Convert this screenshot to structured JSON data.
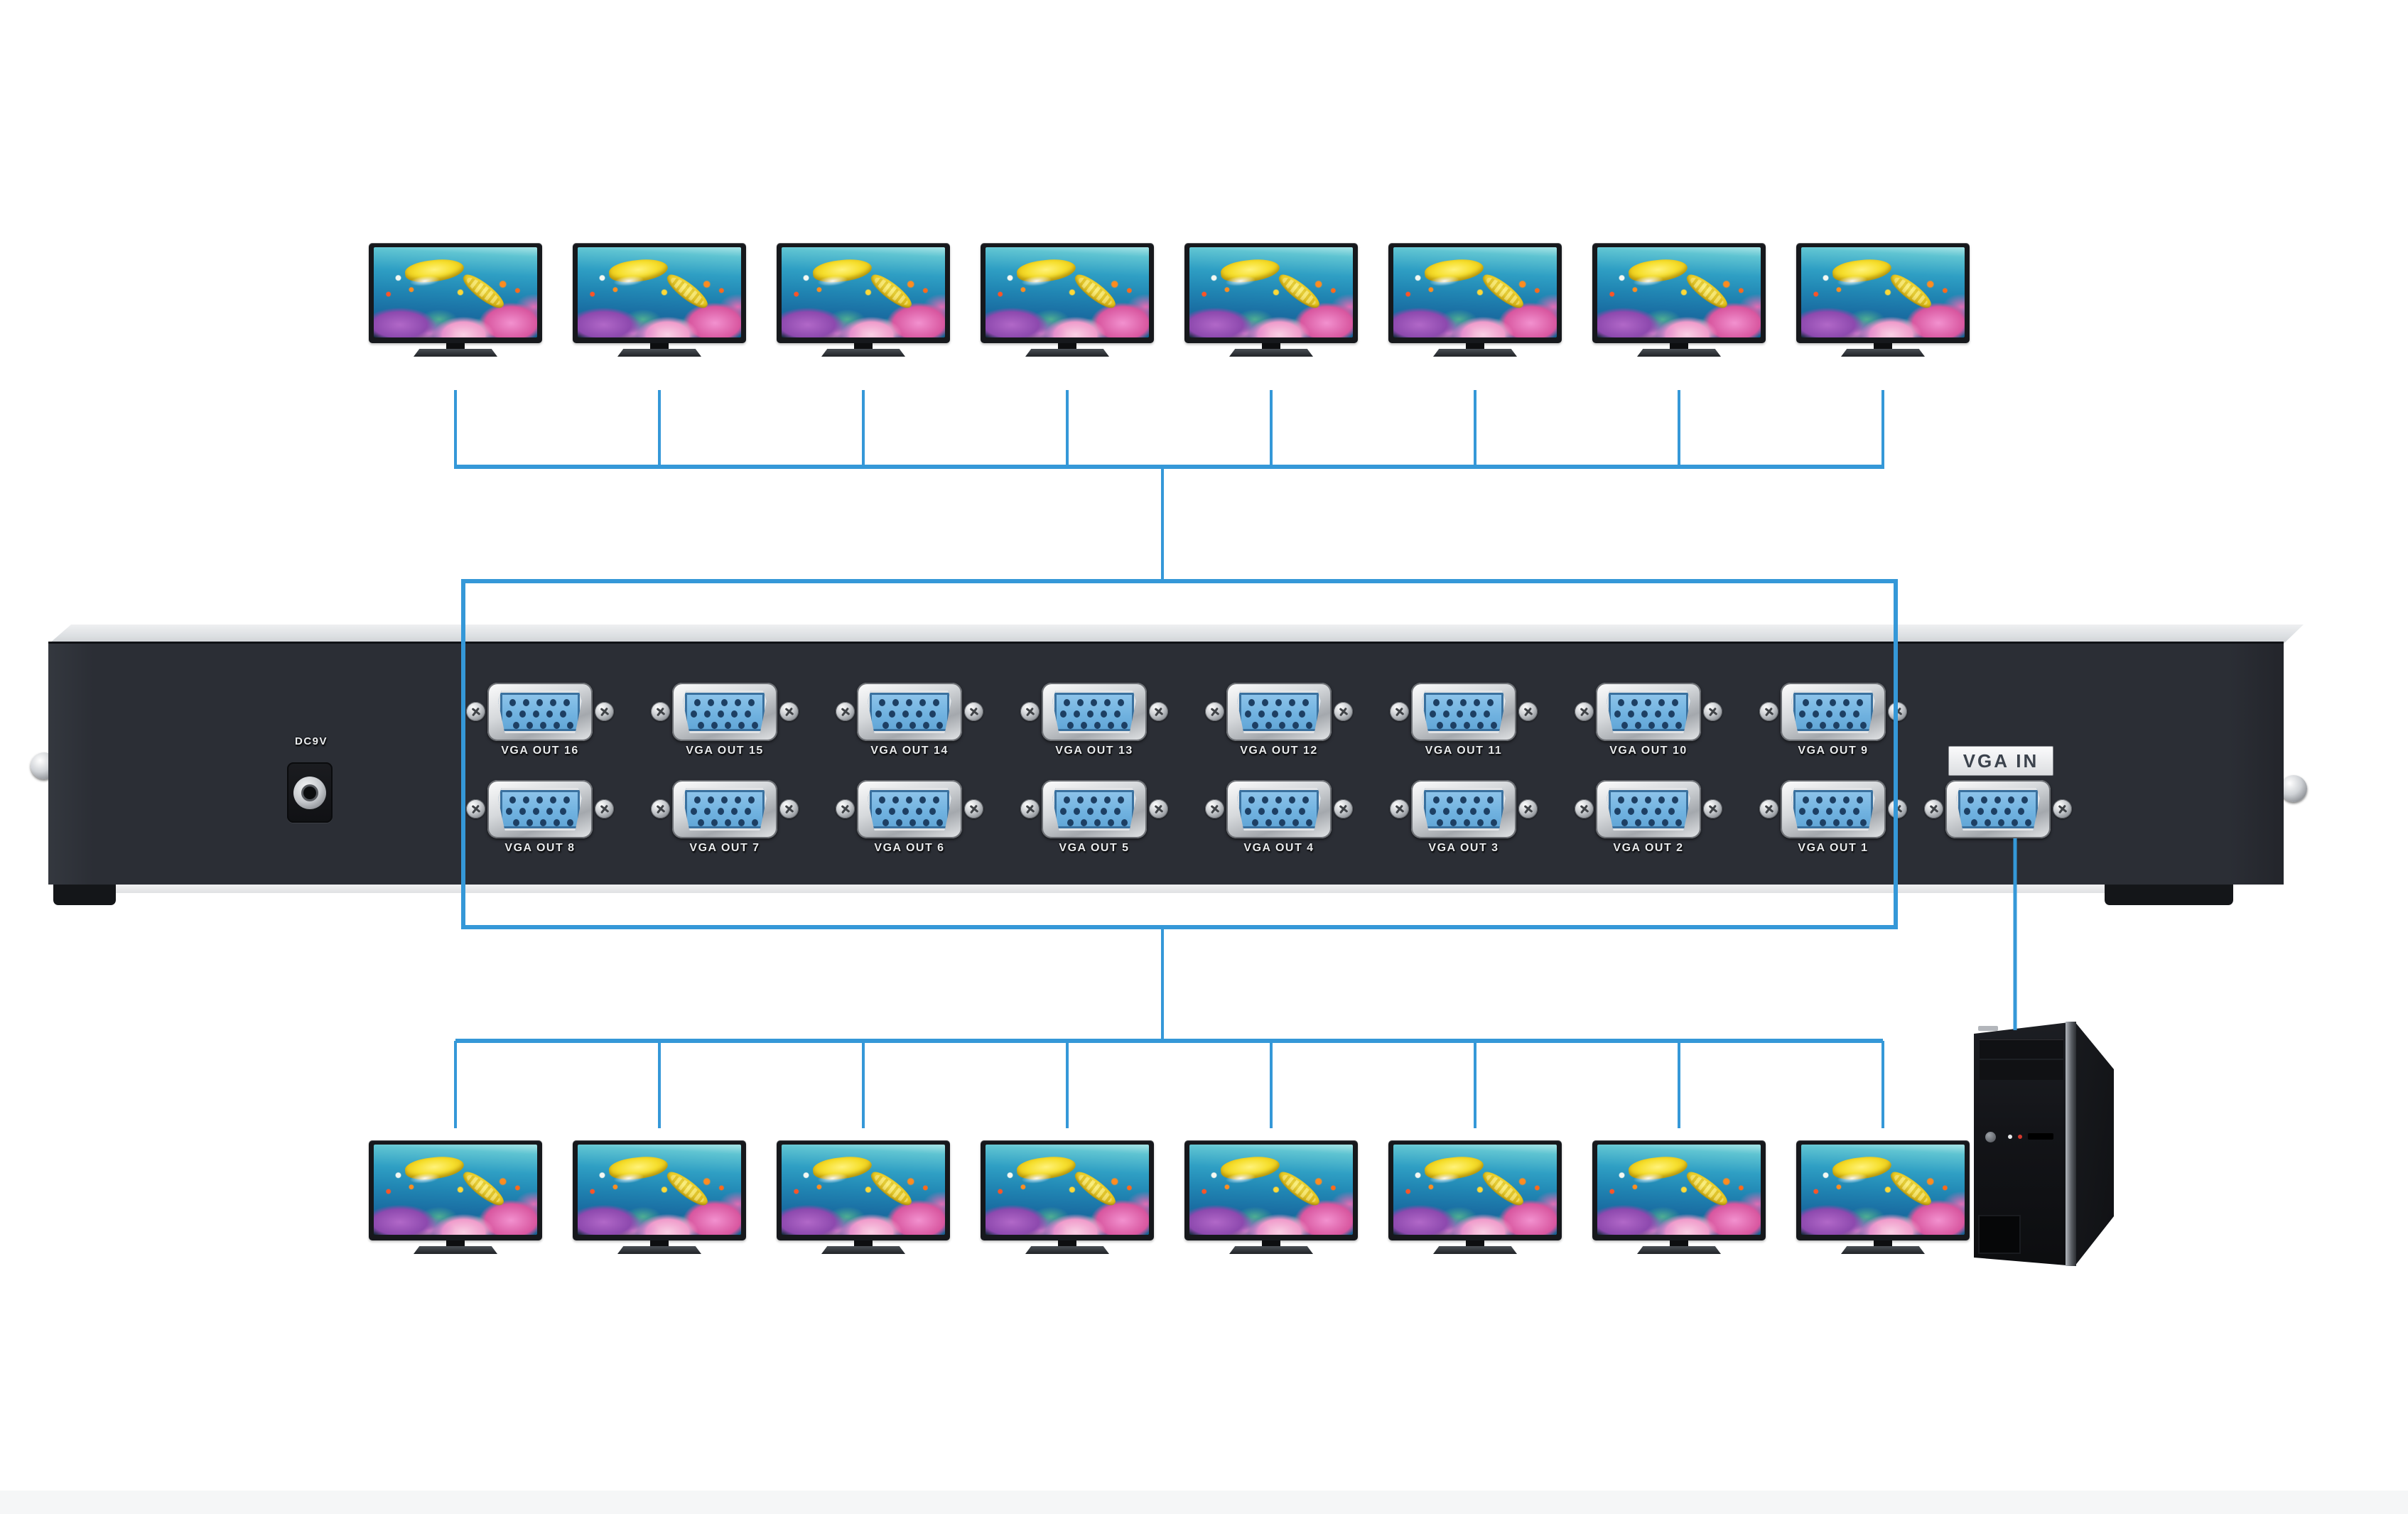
{
  "device": {
    "power_label": "DC9V",
    "vga_in_label": "VGA IN",
    "out_ports_top": [
      "VGA OUT 16",
      "VGA OUT 15",
      "VGA OUT 14",
      "VGA OUT 13",
      "VGA OUT 12",
      "VGA OUT 11",
      "VGA OUT 10",
      "VGA OUT 9"
    ],
    "out_ports_bottom": [
      "VGA OUT 8",
      "VGA OUT 7",
      "VGA OUT 6",
      "VGA OUT 5",
      "VGA OUT 4",
      "VGA OUT 3",
      "VGA OUT 2",
      "VGA OUT 1"
    ]
  },
  "monitors": {
    "top_count": 8,
    "bottom_count": 8
  },
  "computer": {
    "type_icon": "desktop-tower-icon"
  },
  "colors": {
    "wire_blue": "#3598d8",
    "chassis_dark": "#2b2e35",
    "connector_blue": "#74b7e4",
    "bottom_strip": "#f5f6f7",
    "background": "#ffffff"
  }
}
